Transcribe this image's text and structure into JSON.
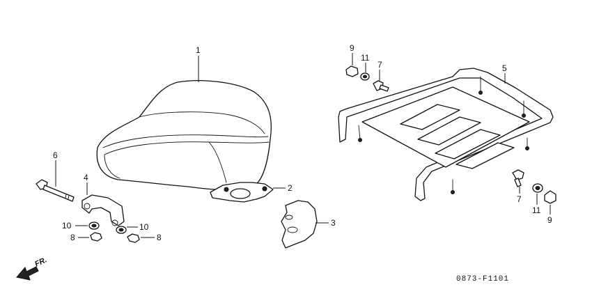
{
  "diagram": {
    "drawing_code": "0873-F1101",
    "direction_label": "FR.",
    "callouts": {
      "seat": "1",
      "seat_bracket": "2",
      "side_cover": "3",
      "mount_bracket": "4",
      "rear_carrier": "5",
      "long_bolt": "6",
      "carrier_bolt_top": "7",
      "carrier_bolt_right": "7",
      "nut_left": "8",
      "nut_right": "8",
      "cap_nut_top": "9",
      "cap_nut_right": "9",
      "washer_left": "10",
      "washer_right": "10",
      "carrier_washer_top": "11",
      "carrier_washer_right": "11"
    }
  }
}
